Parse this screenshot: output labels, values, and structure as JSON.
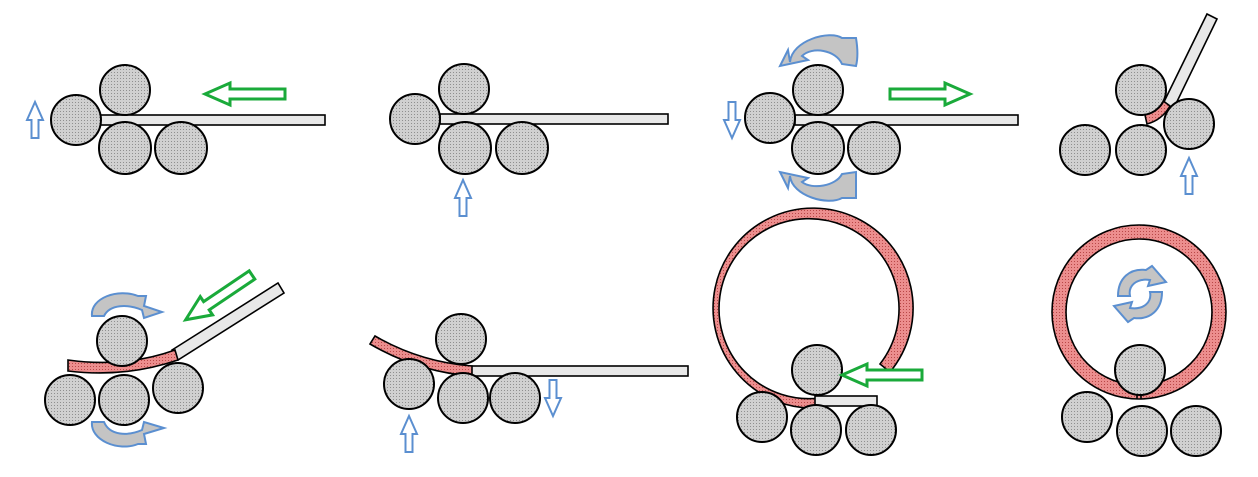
{
  "colors": {
    "roller_fill": "#cfcfcf",
    "roller_dot": "#9a9a9a",
    "plate_fill": "#e8e8e8",
    "bent_fill": "#e98a8a",
    "bent_dot": "#c45656",
    "feed_arrow": "#1aaa3a",
    "motion_arrow": "#5b8fd0",
    "rotation_fill": "#c4c4c4"
  },
  "steps": [
    {
      "step": 1,
      "feed_direction": "left",
      "roller_motion": "side-up"
    },
    {
      "step": 2,
      "roller_motion": "bottom-up"
    },
    {
      "step": 3,
      "feed_direction": "right",
      "roller_motion": "side-down",
      "rotation": true
    },
    {
      "step": 4,
      "roller_motion": "right-up"
    },
    {
      "step": 5,
      "feed_direction": "down-left",
      "rotation": true
    },
    {
      "step": 6,
      "roller_motion": "left-up-right-down"
    },
    {
      "step": 7,
      "feed_direction": "left"
    },
    {
      "step": 8,
      "rotation": true
    }
  ]
}
